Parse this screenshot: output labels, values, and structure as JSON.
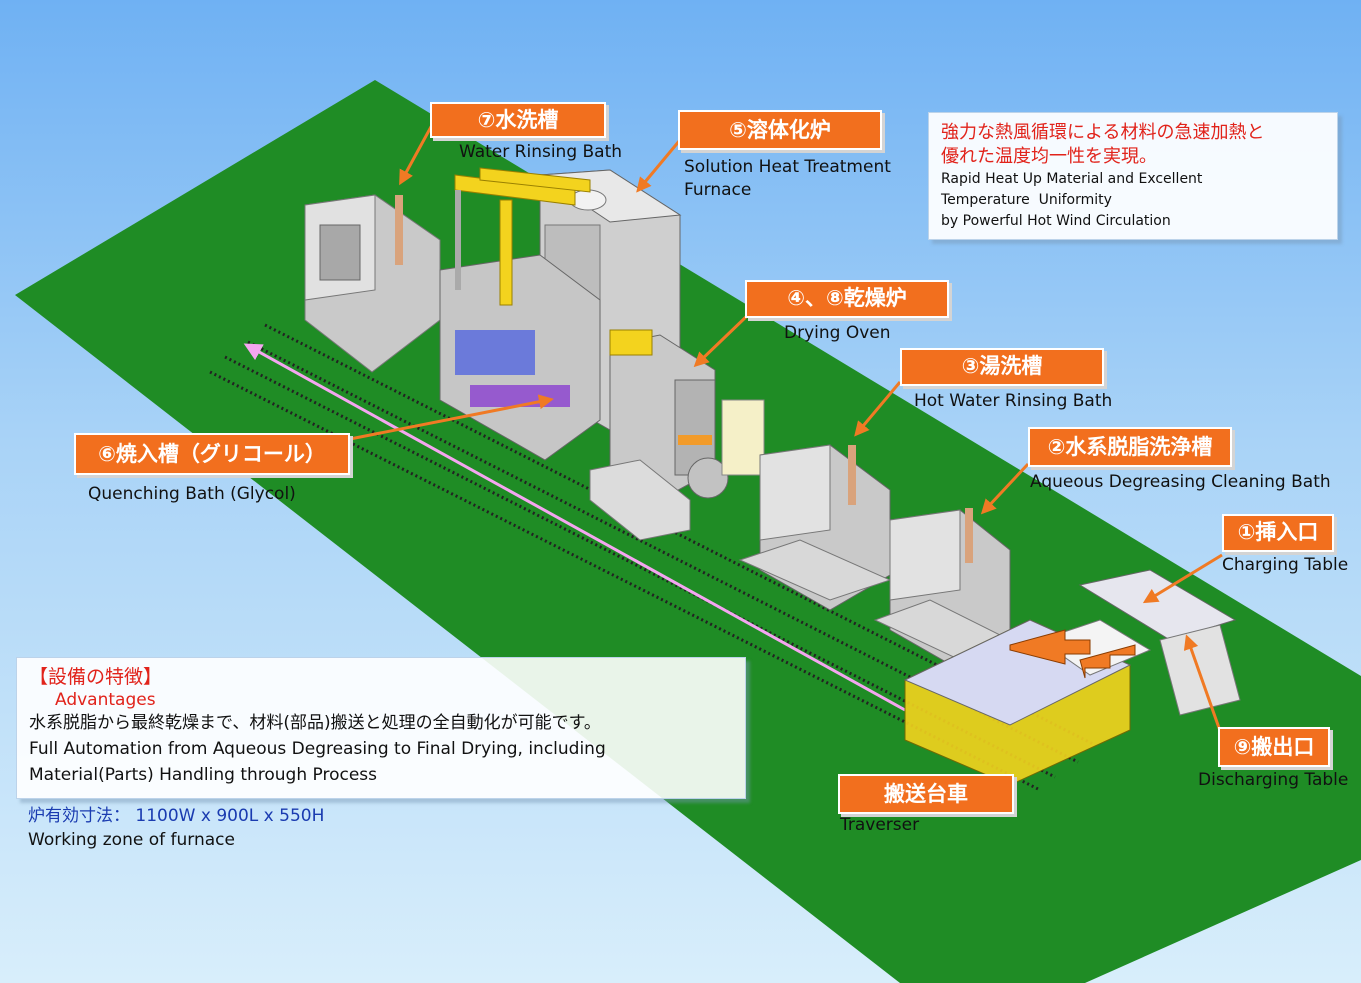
{
  "labels": {
    "water_rinsing": {
      "jp": "⑦水洗槽",
      "en": "Water Rinsing Bath"
    },
    "solution_furnace": {
      "jp": "⑤溶体化炉",
      "en1": "Solution Heat Treatment",
      "en2": "Furnace"
    },
    "drying_oven": {
      "jp": "④、⑧乾燥炉",
      "en": "Drying Oven"
    },
    "hot_water": {
      "jp": "③湯洗槽",
      "en": "Hot Water Rinsing Bath"
    },
    "aqueous": {
      "jp": "②水系脱脂洗浄槽",
      "en": "Aqueous Degreasing Cleaning Bath"
    },
    "quenching": {
      "jp": "⑥焼入槽（グリコール）",
      "en": "Quenching Bath (Glycol)"
    },
    "charging": {
      "jp": "①挿入口",
      "en": "Charging Table"
    },
    "discharging": {
      "jp": "⑨搬出口",
      "en": "Discharging Table"
    },
    "traverser": {
      "jp": "搬送台車",
      "en": "Traverser"
    }
  },
  "info_box": {
    "jp1": "強力な熱風循環による材料の急速加熱と",
    "jp2": "優れた温度均一性を実現。",
    "en1": "Rapid Heat Up Material and Excellent",
    "en2": "Temperature  Uniformity",
    "en3": "by Powerful Hot Wind Circulation"
  },
  "advantages": {
    "title_jp": "【設備の特徴】",
    "title_en": "Advantages",
    "jp": "水系脱脂から最終乾燥まで、材料(部品)搬送と処理の全自動化が可能です。",
    "en1": "Full Automation from Aqueous Degreasing to Final Drying, including",
    "en2": "Material(Parts) Handling through Process"
  },
  "working_zone": {
    "jp": "炉有効寸法： 1100W x 900L x 550H",
    "en": "Working zone of furnace"
  },
  "colors": {
    "floor": "#1f8c25",
    "tag": "#f26f1e",
    "arrow": "#f07a24",
    "red_text": "#e1231b",
    "machine": "#c9c9c9",
    "yellow": "#f3d31e",
    "pink_track": "#f4a6f0"
  }
}
